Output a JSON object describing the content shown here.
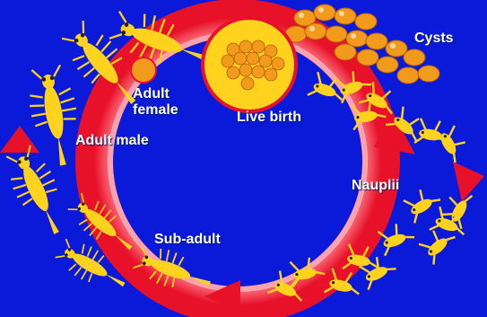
{
  "colors": {
    "background": "#0a1ad8",
    "ring_outer": "#e8112a",
    "ring_inner": "#ffb0b8",
    "animal": "#ffd21e",
    "cyst": "#f29a1c",
    "label": "#ffffff"
  },
  "labels": {
    "cysts": "Cysts",
    "adult_female": "Adult\nfemale",
    "live_birth": "Live birth",
    "adult_male": "Adult male",
    "nauplii": "Nauplii",
    "sub_adult": "Sub-adult"
  },
  "icons": [
    "brine-shrimp-icon",
    "cyst-cluster-icon",
    "egg-sac-icon",
    "cycle-arrow-icon"
  ]
}
